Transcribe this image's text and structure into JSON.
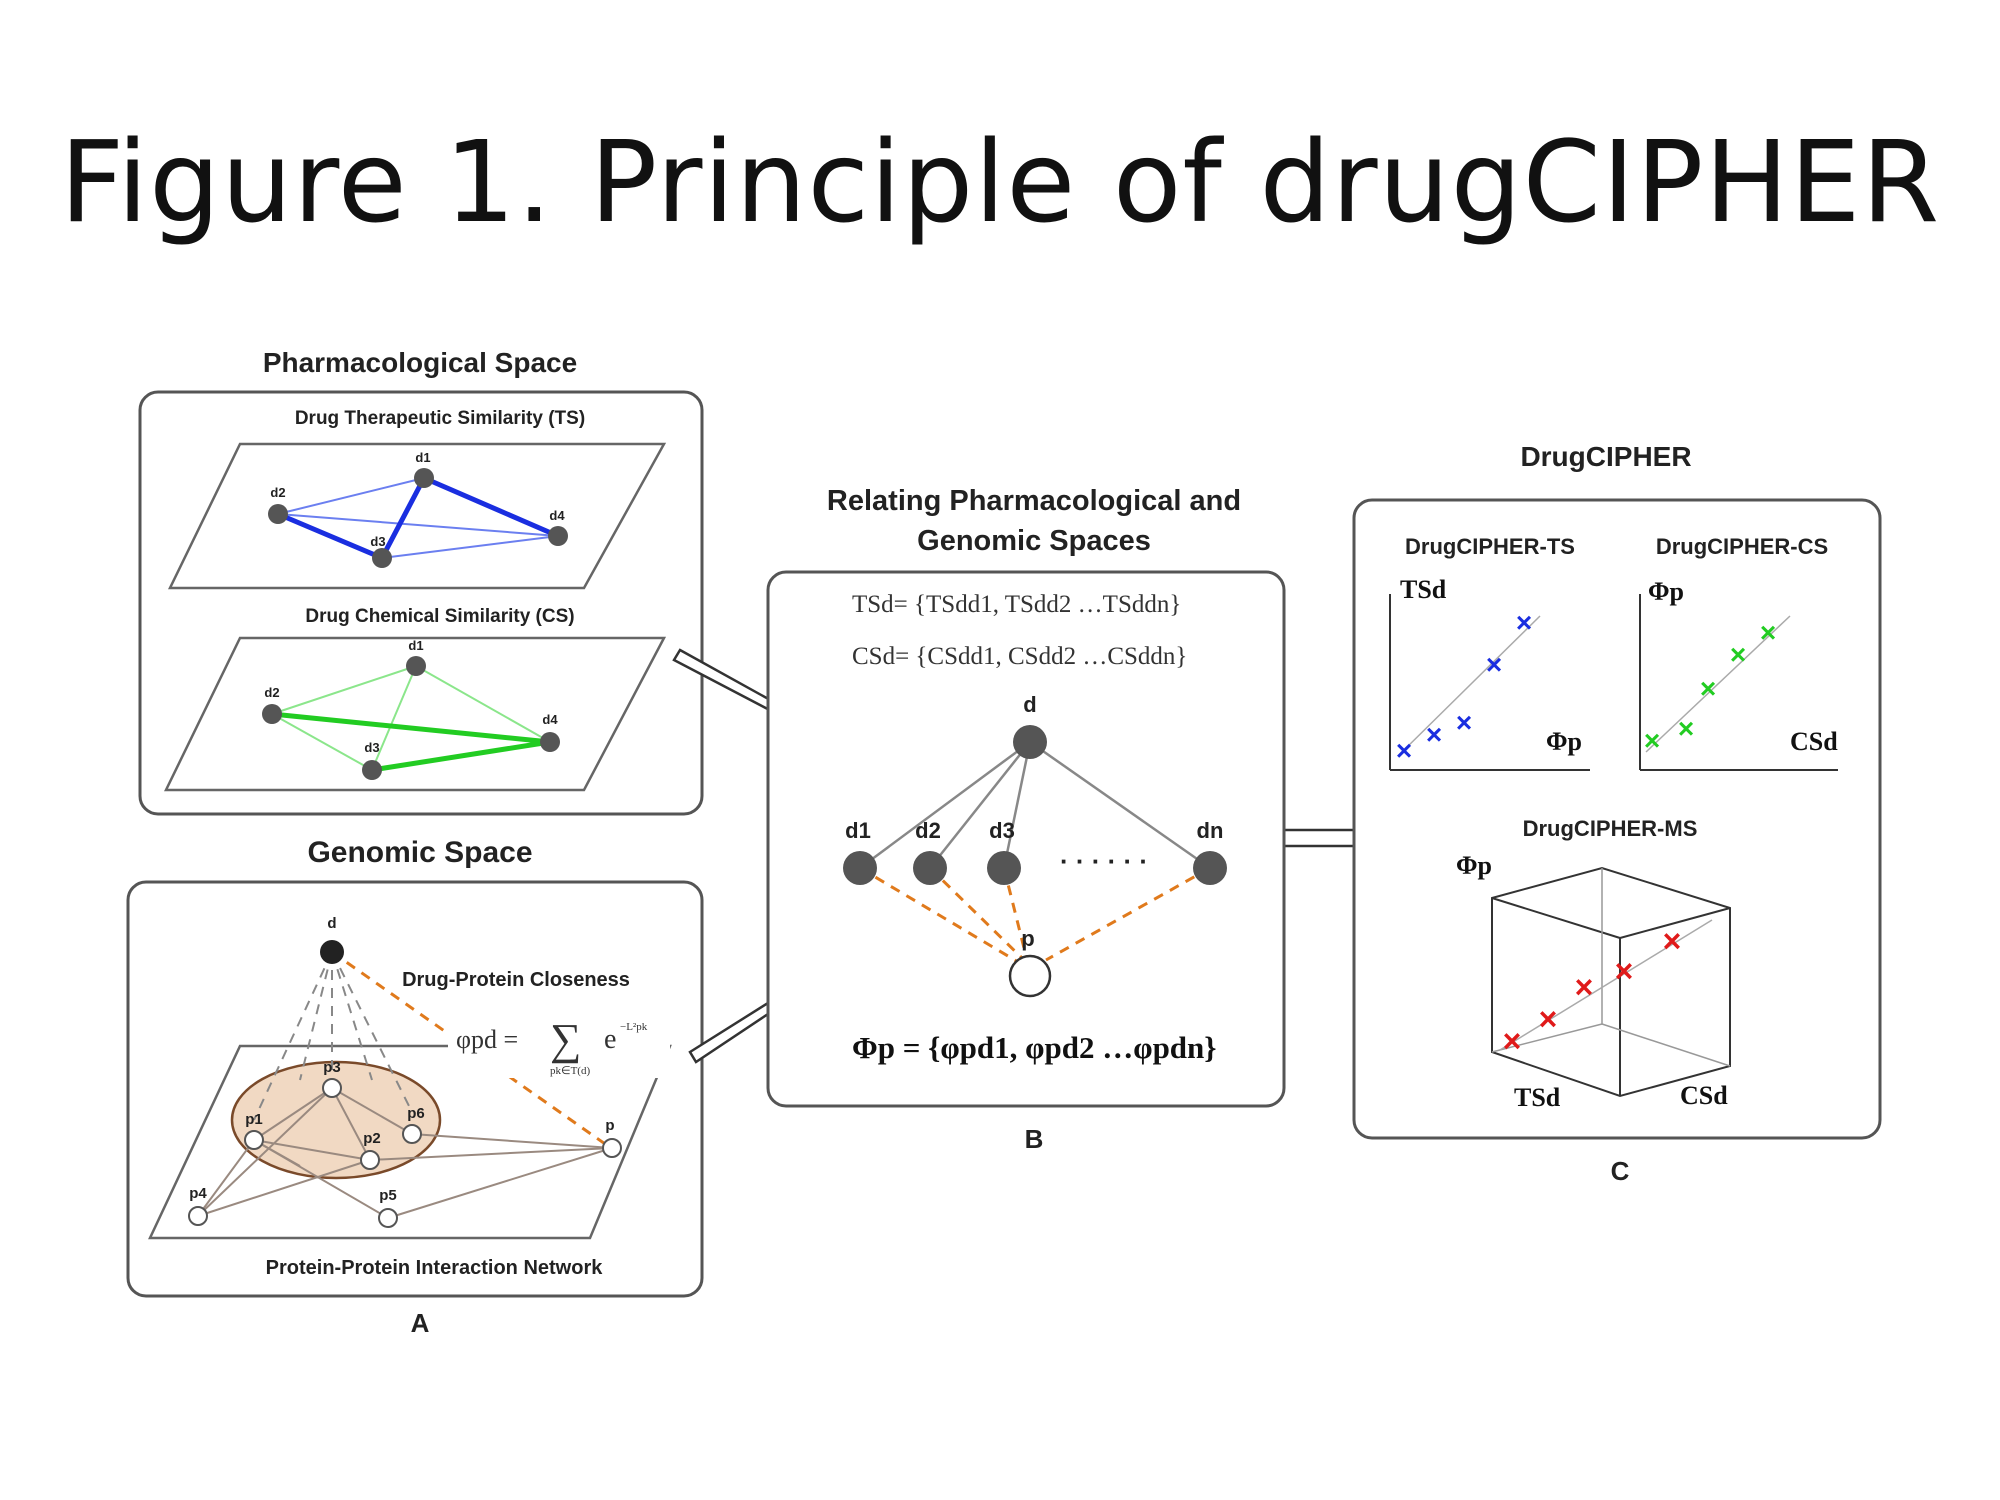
{
  "title": "Figure 1. Principle of drugCIPHER",
  "panel_a": {
    "pharm_header": "Pharmacological Space",
    "ts_label": "Drug Therapeutic Similarity (TS)",
    "cs_label": "Drug Chemical Similarity (CS)",
    "genomic_header": "Genomic Space",
    "closeness_label": "Drug-Protein Closeness",
    "formula_lhs": "φpd =",
    "formula_sum": "∑",
    "formula_sub": "pk∈T(d)",
    "formula_exp": "e",
    "formula_exp_sup": "−L²pk",
    "ppi_label": "Protein-Protein Interaction Network",
    "letter": "A",
    "nodes": {
      "d1": "d1",
      "d2": "d2",
      "d3": "d3",
      "d4": "d4",
      "d": "d",
      "p": "p",
      "p1": "p1",
      "p2": "p2",
      "p3": "p3",
      "p4": "p4",
      "p5": "p5",
      "p6": "p6"
    },
    "colors": {
      "ts": "#1a2ee0",
      "cs": "#22cc22",
      "cluster_fill": "#f1d9c3",
      "dash": "#e07a1c"
    }
  },
  "panel_b": {
    "header_line1": "Relating Pharmacological and",
    "header_line2": "Genomic Spaces",
    "ts_eq": "TSd= {TSdd1, TSdd2 …TSddn}",
    "cs_eq": "CSd= {CSdd1, CSdd2 …CSddn}",
    "phi_eq": "Φp = {φpd1, φpd2 …φpdn}",
    "nodes": {
      "d": "d",
      "d1": "d1",
      "d2": "d2",
      "d3": "d3",
      "dn": "dn",
      "p": "p"
    },
    "ellipsis": "· · · · · ·",
    "letter": "B"
  },
  "panel_c": {
    "header": "DrugCIPHER",
    "ts_title": "DrugCIPHER-TS",
    "cs_title": "DrugCIPHER-CS",
    "ms_title": "DrugCIPHER-MS",
    "ts_y": "TSd",
    "ts_x": "Φp",
    "cs_y": "Φp",
    "cs_x": "CSd",
    "ms_z": "Φp",
    "ms_x": "TSd",
    "ms_y": "CSd",
    "letter": "C",
    "colors": {
      "ts_marks": "#1a2ee0",
      "cs_marks": "#22cc22",
      "ms_marks": "#e01a1a"
    }
  }
}
